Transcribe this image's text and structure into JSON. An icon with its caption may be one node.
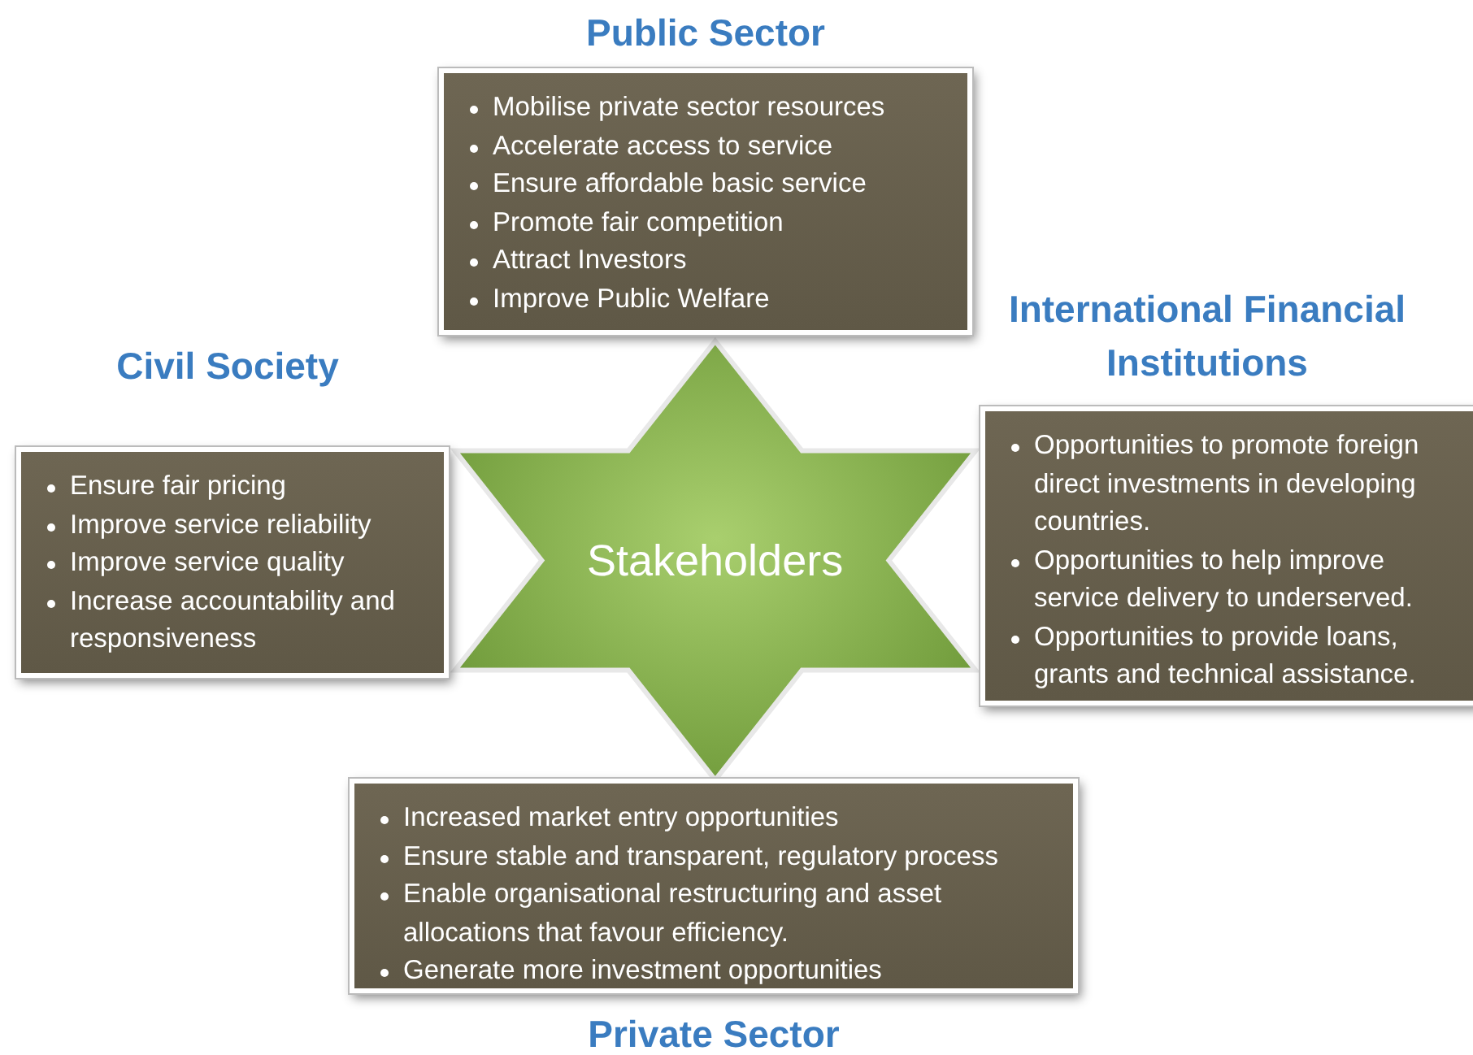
{
  "diagram": {
    "nodes": [
      {
        "text": [
          "Public Sector",
          "Mobilise private sector resources",
          "Accelerate access to service",
          "Ensure affordable basic service",
          "Promote fair competition",
          "Attract Investors",
          "Improve Public Welfare"
        ]
      },
      {
        "text": [
          "International Financial Institutions",
          "Opportunities to promote foreign direct investments in developing countries.",
          "Opportunities to help improve service delivery to underserved.",
          "Opportunities to provide loans, grants and technical assistance."
        ]
      },
      {
        "text": [
          "Civil Society",
          "Ensure fair pricing",
          "Improve service reliability",
          "Improve service quality",
          "Increase accountability and responsiveness"
        ]
      },
      {
        "text": [
          "Stakeholders"
        ]
      },
      {
        "text": [
          "Increased market entry opportunities",
          "Ensure stable and transparent, regulatory process",
          "Enable organisational restructuring and asset allocations that favour efficiency.",
          "Generate more investment opportunities",
          "Private Sector"
        ]
      }
    ],
    "edges": []
  }
}
